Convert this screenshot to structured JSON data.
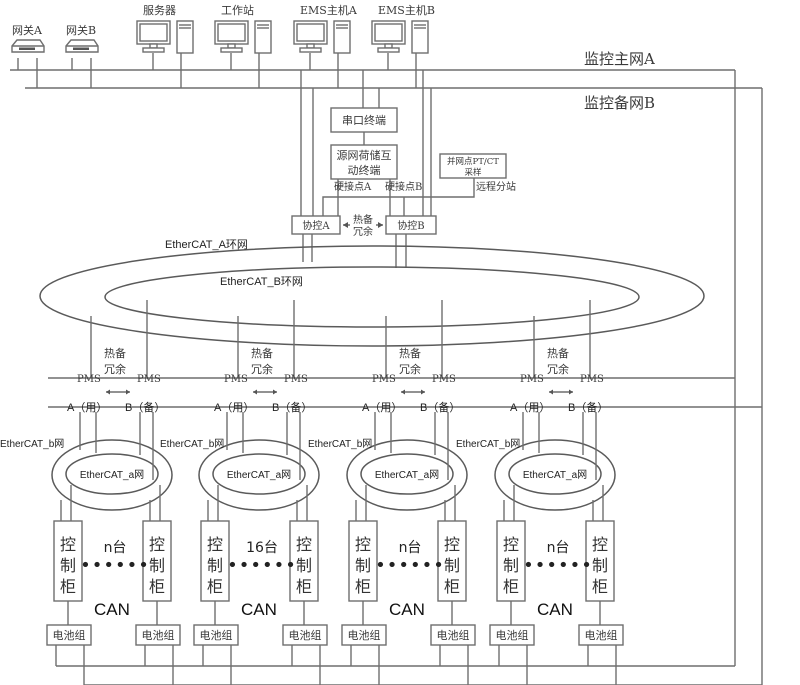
{
  "title": "储能监控系统网络拓扑",
  "networks": {
    "monitor_main": "监控主网A",
    "monitor_backup": "监控备网B",
    "ethercat_A_ring": "EtherCAT_A环网",
    "ethercat_B_ring": "EtherCAT_B环网"
  },
  "devices": {
    "gateways": [
      {
        "label": "网关A",
        "icon": "gateway-icon"
      },
      {
        "label": "网关B",
        "icon": "gateway-icon"
      }
    ],
    "computers": [
      {
        "label": "服务器",
        "icon": "computer-icon"
      },
      {
        "label": "工作站",
        "icon": "computer-icon"
      },
      {
        "label": "EMS主机A",
        "icon": "computer-icon"
      },
      {
        "label": "EMS主机B",
        "icon": "computer-icon"
      }
    ]
  },
  "center": {
    "serial_terminal": "串口终端",
    "interaction_terminal_line1": "源网荷储互",
    "interaction_terminal_line2": "动终端",
    "hard_contact_a": "硬接点A",
    "hard_contact_b": "硬接点B",
    "pt_ct_line1": "并网点PT/CT",
    "pt_ct_line2": "采样",
    "remote_substation": "远程分站",
    "coordinator_a": "协控A",
    "coordinator_b": "协控B",
    "hot_standby_line1": "热备",
    "hot_standby_line2": "冗余"
  },
  "groups": [
    {
      "pms_left": "PMS",
      "pms_right": "PMS",
      "redundancy_line1": "热备",
      "redundancy_line2": "冗余",
      "a_label": "A（用）",
      "b_label": "B（备）",
      "ethercat_b": "EtherCAT_b网",
      "ethercat_a": "EtherCAT_a网",
      "cabinet": [
        "控",
        "制",
        "柜"
      ],
      "count": "n台",
      "can": "CAN",
      "battery_left": "电池组",
      "battery_right": "电池组"
    },
    {
      "pms_left": "PMS",
      "pms_right": "PMS",
      "redundancy_line1": "热备",
      "redundancy_line2": "冗余",
      "a_label": "A（用）",
      "b_label": "B（备）",
      "ethercat_b": "EtherCAT_b网",
      "ethercat_a": "EtherCAT_a网",
      "cabinet": [
        "控",
        "制",
        "柜"
      ],
      "count": "16台",
      "can": "CAN",
      "battery_left": "电池组",
      "battery_right": "电池组"
    },
    {
      "pms_left": "PMS",
      "pms_right": "PMS",
      "redundancy_line1": "热备",
      "redundancy_line2": "冗余",
      "a_label": "A（用）",
      "b_label": "B（备）",
      "ethercat_b": "EtherCAT_b网",
      "ethercat_a": "EtherCAT_a网",
      "cabinet": [
        "控",
        "制",
        "柜"
      ],
      "count": "n台",
      "can": "CAN",
      "battery_left": "电池组",
      "battery_right": "电池组"
    },
    {
      "pms_left": "PMS",
      "pms_right": "PMS",
      "redundancy_line1": "热备",
      "redundancy_line2": "冗余",
      "a_label": "A（用）",
      "b_label": "B（备）",
      "ethercat_b": "EtherCAT_b网",
      "ethercat_a": "EtherCAT_a网",
      "cabinet": [
        "控",
        "制",
        "柜"
      ],
      "count": "n台",
      "can": "CAN",
      "battery_left": "电池组",
      "battery_right": "电池组"
    }
  ],
  "dots": "••••••"
}
